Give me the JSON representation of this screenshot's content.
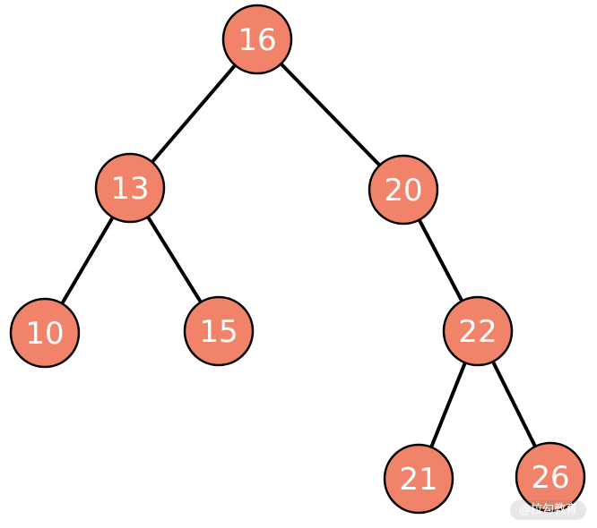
{
  "tree": {
    "nodes": [
      {
        "id": "n16",
        "label": "16"
      },
      {
        "id": "n13",
        "label": "13"
      },
      {
        "id": "n20",
        "label": "20"
      },
      {
        "id": "n10",
        "label": "10"
      },
      {
        "id": "n15",
        "label": "15"
      },
      {
        "id": "n22",
        "label": "22"
      },
      {
        "id": "n21",
        "label": "21"
      },
      {
        "id": "n26",
        "label": "26"
      }
    ],
    "edges": [
      [
        "n16",
        "n13"
      ],
      [
        "n16",
        "n20"
      ],
      [
        "n13",
        "n10"
      ],
      [
        "n13",
        "n15"
      ],
      [
        "n20",
        "n22"
      ],
      [
        "n22",
        "n21"
      ],
      [
        "n22",
        "n26"
      ]
    ],
    "colors": {
      "node_fill": "#F0836A",
      "node_stroke": "#000000",
      "edge": "#000000",
      "label": "#ffffff"
    }
  },
  "watermark": {
    "text": "@拉勾教育"
  }
}
